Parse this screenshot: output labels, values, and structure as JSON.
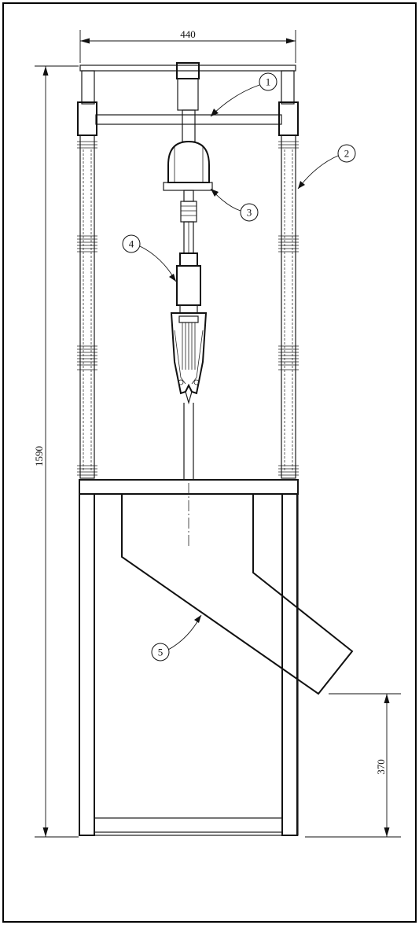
{
  "dimensions": {
    "top_width": "440",
    "overall_height": "1590",
    "chute_height": "370"
  },
  "callouts": [
    "1",
    "2",
    "3",
    "4",
    "5"
  ]
}
